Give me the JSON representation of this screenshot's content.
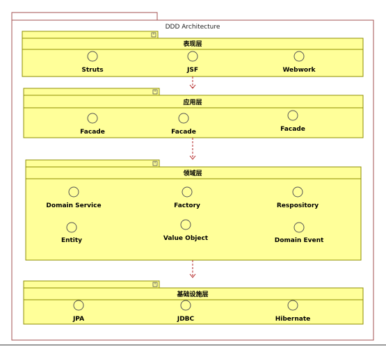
{
  "diagram": {
    "title": "DDD Architecture",
    "layers": [
      {
        "name": "表现层",
        "components": [
          "Struts",
          "JSF",
          "Webwork"
        ]
      },
      {
        "name": "应用层",
        "components": [
          "Facade",
          "Facade",
          "Facade"
        ]
      },
      {
        "name": "领域层",
        "components": [
          "Domain Service",
          "Factory",
          "Respository",
          "Entity",
          "Value Object",
          "Domain Event"
        ]
      },
      {
        "name": "基础设施层",
        "components": [
          "JPA",
          "JDBC",
          "Hibernate"
        ]
      }
    ],
    "colors": {
      "frame": "#a35050",
      "package_fill": "#ffff99",
      "package_stroke": "#8c8c00",
      "dependency_arrow": "#b22222",
      "interface_fill": "#ffff99"
    }
  }
}
